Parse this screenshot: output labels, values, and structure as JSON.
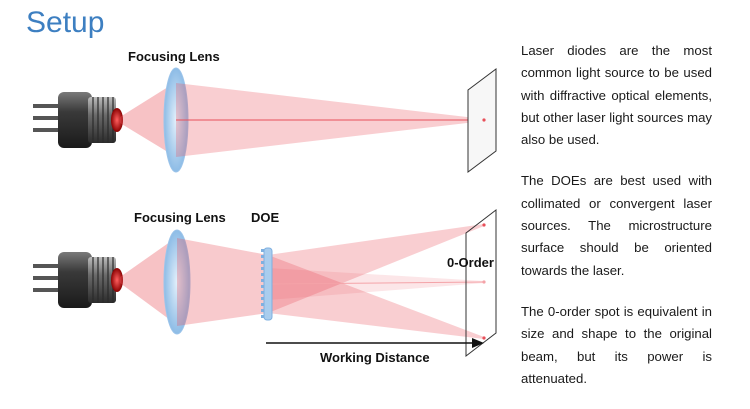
{
  "title": "Setup",
  "diagram": {
    "top_lens_label": "Focusing Lens",
    "bottom_lens_label": "Focusing Lens",
    "doe_label": "DOE",
    "zero_order_label": "0-Order",
    "working_distance_label": "Working Distance"
  },
  "paragraphs": [
    "Laser diodes are the most common light source to be used with diffractive optical elements, but other laser light sources may also be used.",
    "The DOEs are best used with collimated or convergent laser sources. The microstructure surface should be oriented towards the laser.",
    "The 0-order spot is equivalent in size and shape to the original beam, but its power is attenuated."
  ],
  "colors": {
    "title": "#3d7fc1",
    "beam": "#e8505a",
    "lens": "#a9cdee",
    "diode_body": "#2f2f2f"
  }
}
